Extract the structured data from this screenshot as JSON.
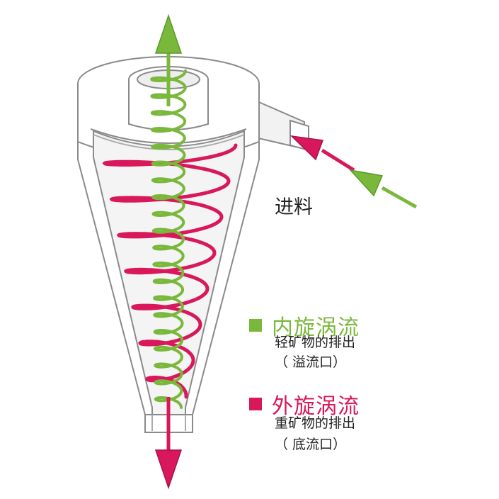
{
  "colors": {
    "inner": "#7ab83c",
    "outer": "#d8185a",
    "body_stroke": "#8a8a8a",
    "body_fill": "#ffffff",
    "shade": "#e4e4e4"
  },
  "feed_label": "进料",
  "legend": {
    "inner": {
      "title": "内旋涡流",
      "line1": "轻矿物的排出",
      "line2": "（ 溢流口）"
    },
    "outer": {
      "title": "外旋涡流",
      "line1": "重矿物的排出",
      "line2": "（ 底流口）"
    }
  }
}
